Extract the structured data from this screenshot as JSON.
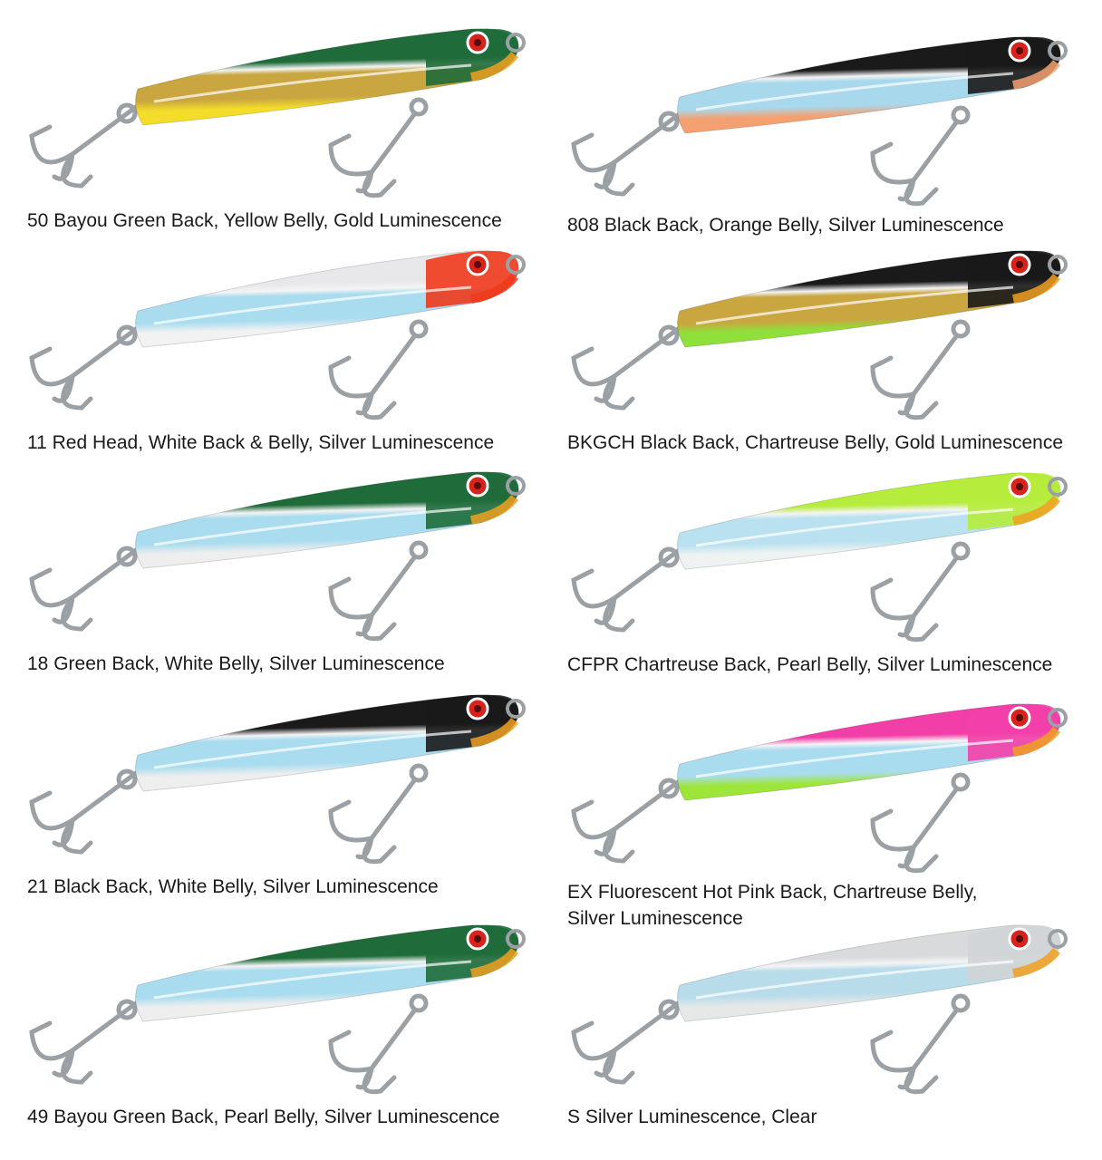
{
  "lures": [
    {
      "label": "50 Bayou Green Back, Yellow Belly, Gold Luminescence",
      "colors": {
        "back": "#1f6b3a",
        "mid": "#c9a640",
        "belly": "#f3dc2a",
        "head": "#1f6b3a",
        "chin": "#f0a020"
      }
    },
    {
      "label": "808 Black Back, Orange Belly, Silver Luminescence",
      "colors": {
        "back": "#1a1a1a",
        "mid": "#a8d8ec",
        "belly": "#f5a070",
        "head": "#1a1a1a",
        "chin": "#f5a070"
      }
    },
    {
      "label": "11 Red Head, White Back & Belly, Silver Luminescence",
      "colors": {
        "back": "#e8e8ea",
        "mid": "#a9dcef",
        "belly": "#f2f2f2",
        "head": "#ee3a1c",
        "chin": "#ee3a1c"
      }
    },
    {
      "label": "BKGCH Black Back, Chartreuse Belly, Gold Luminescence",
      "colors": {
        "back": "#1a1a1a",
        "mid": "#c9a640",
        "belly": "#8fe03a",
        "head": "#1a1a1a",
        "chin": "#f0a020"
      }
    },
    {
      "label": "18 Green Back, White Belly, Silver Luminescence",
      "colors": {
        "back": "#1f6b3a",
        "mid": "#a9dcef",
        "belly": "#eeeeee",
        "head": "#1f6b3a",
        "chin": "#f0a020"
      }
    },
    {
      "label": "CFPR Chartreuse Back, Pearl Belly, Silver Luminescence",
      "colors": {
        "back": "#b6ec3c",
        "mid": "#b9e1ef",
        "belly": "#eef3f2",
        "head": "#b6ec3c",
        "chin": "#f0a020"
      }
    },
    {
      "label": "21 Black Back, White Belly, Silver Luminescence",
      "colors": {
        "back": "#1a1a1a",
        "mid": "#a9dcef",
        "belly": "#eeeeee",
        "head": "#1a1a1a",
        "chin": "#f0a020"
      }
    },
    {
      "label": "EX Fluorescent Hot Pink Back, Chartreuse Belly,",
      "label2": "Silver Luminescence",
      "colors": {
        "back": "#f23fa8",
        "mid": "#a9dcef",
        "belly": "#9ee53a",
        "head": "#f23fa8",
        "chin": "#f0a020"
      }
    },
    {
      "label": "49 Bayou Green Back, Pearl Belly, Silver Luminescence",
      "colors": {
        "back": "#1f6b3a",
        "mid": "#a9dcef",
        "belly": "#eeeeee",
        "head": "#1f6b3a",
        "chin": "#f0a020"
      }
    },
    {
      "label": "S Silver Luminescence, Clear",
      "colors": {
        "back": "#d8dadc",
        "mid": "#b9dcea",
        "belly": "#e6e8e8",
        "head": "#d0d4d6",
        "chin": "#f0a020"
      }
    }
  ]
}
